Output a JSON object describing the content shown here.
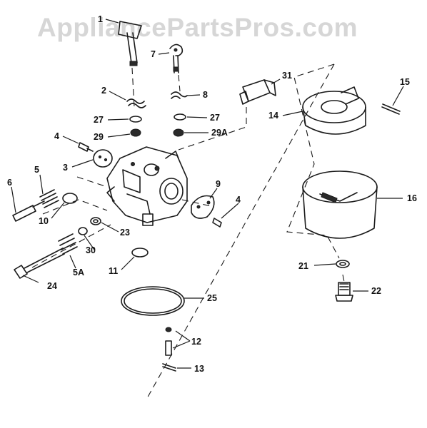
{
  "watermark": "AppliancePartsPros.com",
  "labels": {
    "l1": "1",
    "l2": "2",
    "l3": "3",
    "l4a": "4",
    "l4b": "4",
    "l5": "5",
    "l5a": "5A",
    "l6": "6",
    "l7": "7",
    "l8": "8",
    "l9": "9",
    "l10": "10",
    "l11": "11",
    "l12": "12",
    "l13": "13",
    "l14": "14",
    "l15": "15",
    "l16": "16",
    "l21": "21",
    "l22": "22",
    "l23": "23",
    "l24": "24",
    "l25": "25",
    "l27a": "27",
    "l27b": "27",
    "l29": "29",
    "l29a": "29A",
    "l30": "30",
    "l31": "31"
  },
  "colors": {
    "ink": "#1a1a1a",
    "watermark": "#d6d6d6",
    "background": "#ffffff"
  }
}
